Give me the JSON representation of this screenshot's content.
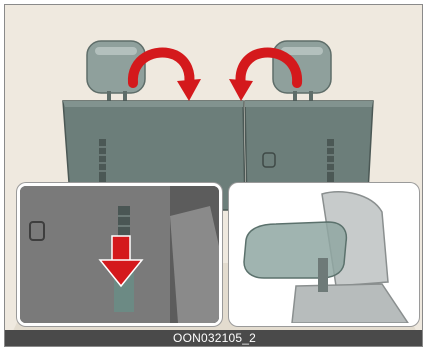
{
  "figure": {
    "caption_code": "OON032105_2"
  },
  "colors": {
    "background": "#efe9df",
    "seat_panel": "#6c7e7a",
    "seat_panel_dark": "#56645f",
    "headrest": "#9eaaa7",
    "arrow_red": "#d4191c",
    "caption_bar": "#4a4a4a",
    "inset_border": "#ffffff"
  },
  "icons": {
    "rotate_arrow_left": "curved-arrow-clockwise",
    "rotate_arrow_right": "curved-arrow-counterclockwise",
    "push_arrow": "arrow-down"
  }
}
